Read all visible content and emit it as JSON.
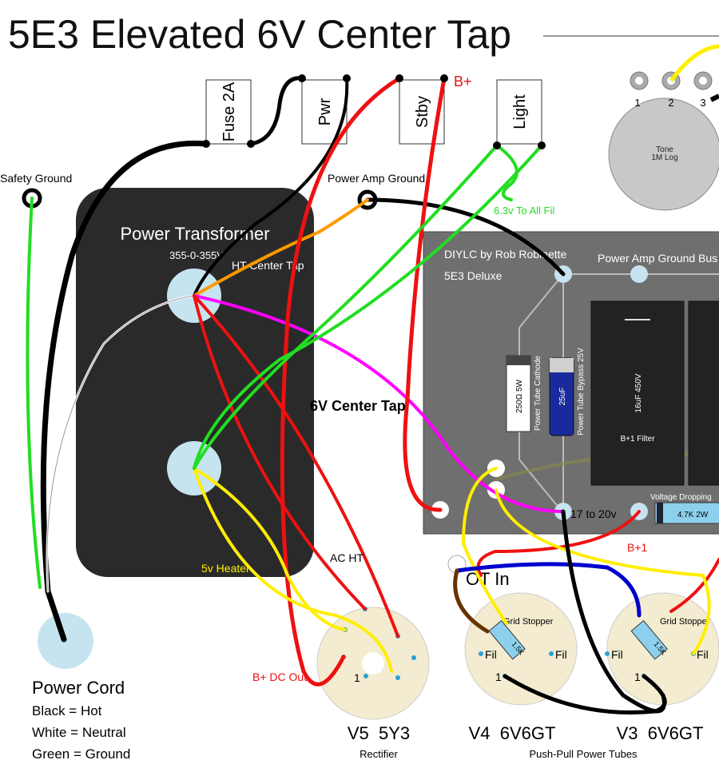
{
  "title": "5E3 Elevated 6V Center Tap",
  "switches": {
    "fuse": "Fuse 2A",
    "power": "Pwr",
    "standby": "Stby",
    "light": "Light"
  },
  "labels": {
    "b_plus": "B+",
    "safety_ground": "Safety Ground",
    "power_amp_ground": "Power Amp Ground",
    "fil_63": "6.3v To All Fil",
    "power_transformer": "Power Transformer",
    "pt_voltage": "355-0-355V",
    "ht_center_tap": "HT Center Tap",
    "center_tap_6v": "6V Center Tap",
    "heater_5v": "5v Heater",
    "ac_ht": "AC HT",
    "b_dc_out": "B+ DC Out",
    "ot_in": "OT In",
    "b_plus_1": "B+1",
    "volts_17_20": "17 to 20v"
  },
  "pot": {
    "name": "Tone",
    "value": "1M Log",
    "lugs": [
      "1",
      "2",
      "3"
    ]
  },
  "board": {
    "credit": "DIYLC by Rob Robinette",
    "model": "5E3 Deluxe",
    "ground_bus": "Power Amp Ground Bus",
    "resistor_cathode_value": "250Ω  5W",
    "resistor_cathode_label": "Power Tube Cathode",
    "cap_bypass_value": "25uF",
    "cap_bypass_label": "Power Tube Bypass 25V",
    "filter_cap_value": "16uF 450V",
    "filter_cap_label": "B+1 Filter",
    "dropping_label": "Voltage Dropping",
    "dropping_value": "4.7K 2W"
  },
  "tubes": {
    "grid_stopper": "Grid Stopper",
    "grid_stopper_value": "1.5K",
    "fil": "Fil",
    "pin1": "1",
    "v5": "V5  5Y3",
    "v5_sub": "Rectifier",
    "v4": "V4  6V6GT",
    "v3": "V3  6V6GT",
    "power_sub": "Push-Pull Power Tubes"
  },
  "power_cord": {
    "title": "Power Cord",
    "black": "Black = Hot",
    "white": "White = Neutral",
    "green": "Green = Ground"
  },
  "colors": {
    "hot": "#000000",
    "neutral": "#ffffff",
    "ground": "#22dd22",
    "b_plus": "#ee1111",
    "heater_5v": "#ffee00",
    "ht_center": "#ff9900",
    "center_tap_6v": "#ff00ff",
    "ot": "#0000cc"
  }
}
